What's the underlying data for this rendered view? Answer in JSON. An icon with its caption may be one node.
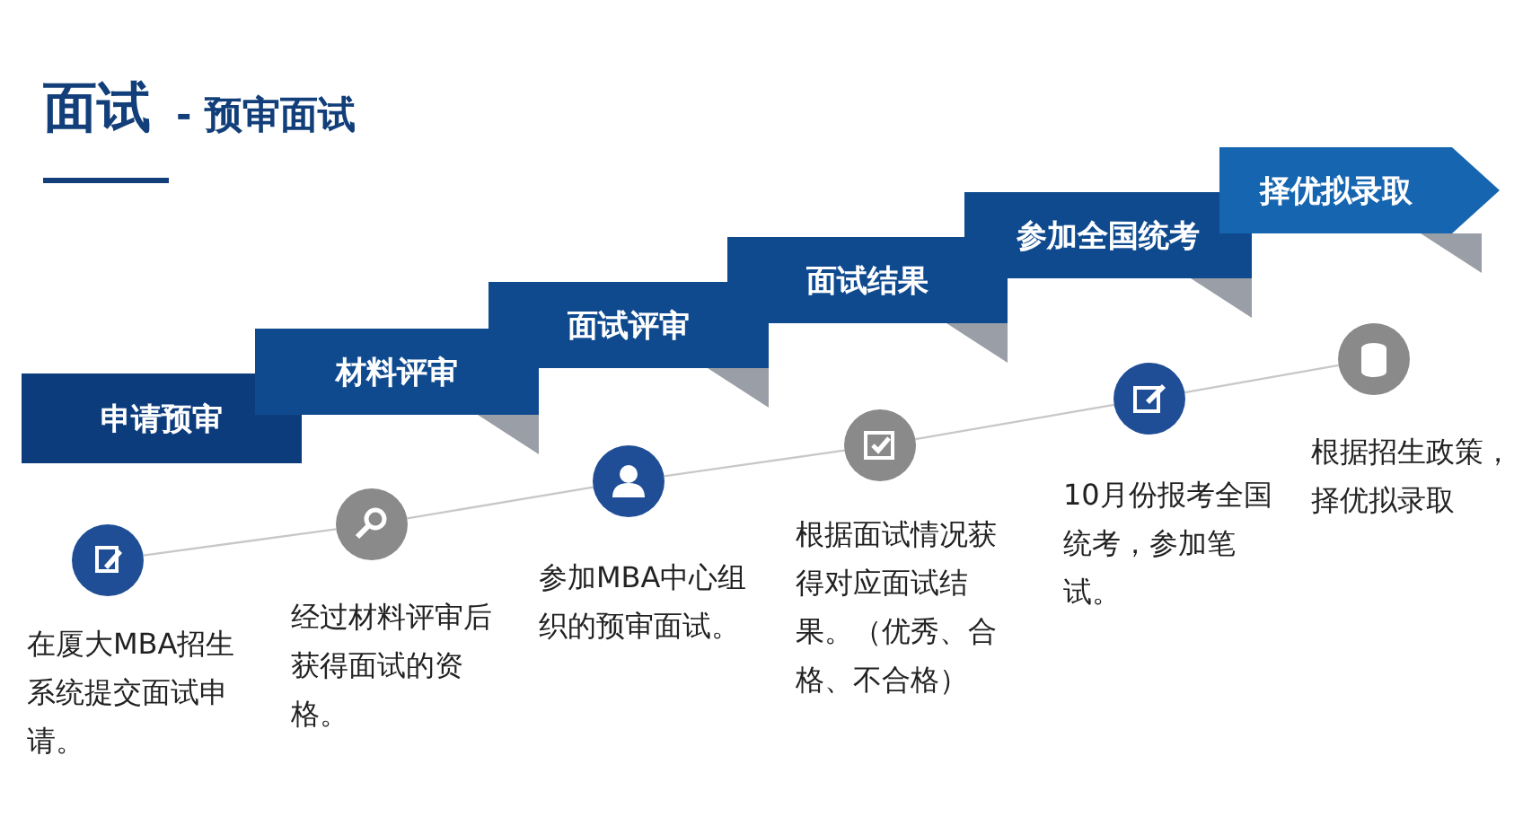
{
  "diagram": {
    "title": "面试",
    "nodes": [
      {
        "text": [
          "申请预审"
        ]
      },
      {
        "text": [
          "材料评审"
        ]
      },
      {
        "text": [
          "面试评审"
        ]
      },
      {
        "text": [
          "面试结果"
        ]
      },
      {
        "text": [
          "参加全国统考"
        ]
      },
      {
        "text": [
          "择优拟录取"
        ]
      },
      {
        "text": [],
        "shape": "circle",
        "beside": [
          "在厦大MBA招生系统提交面试申请。"
        ]
      },
      {
        "text": [],
        "shape": "circle",
        "beside": [
          "经过材料评审后获得面试的资格。"
        ]
      },
      {
        "text": [],
        "shape": "circle",
        "beside": [
          "参加MBA中心组织的预审面试。"
        ]
      },
      {
        "text": [],
        "shape": "circle",
        "beside": [
          "根据面试情况获得对应面试结果。（优秀、合格、不合格）"
        ]
      },
      {
        "text": [],
        "shape": "circle",
        "beside": [
          "10月份报考全国统考，参加笔试。"
        ]
      },
      {
        "text": [],
        "shape": "circle",
        "beside": [
          "根据招生政策，择优拟录取"
        ]
      }
    ],
    "edges": [
      {
        "from": 6,
        "to": 7,
        "arrow": "none"
      },
      {
        "from": 7,
        "to": 8,
        "arrow": "none"
      },
      {
        "from": 8,
        "to": 9,
        "arrow": "none"
      },
      {
        "from": 9,
        "to": 10,
        "arrow": "none"
      },
      {
        "from": 10,
        "to": 11,
        "arrow": "none"
      }
    ],
    "labels": [
      "- 预审面试"
    ]
  }
}
